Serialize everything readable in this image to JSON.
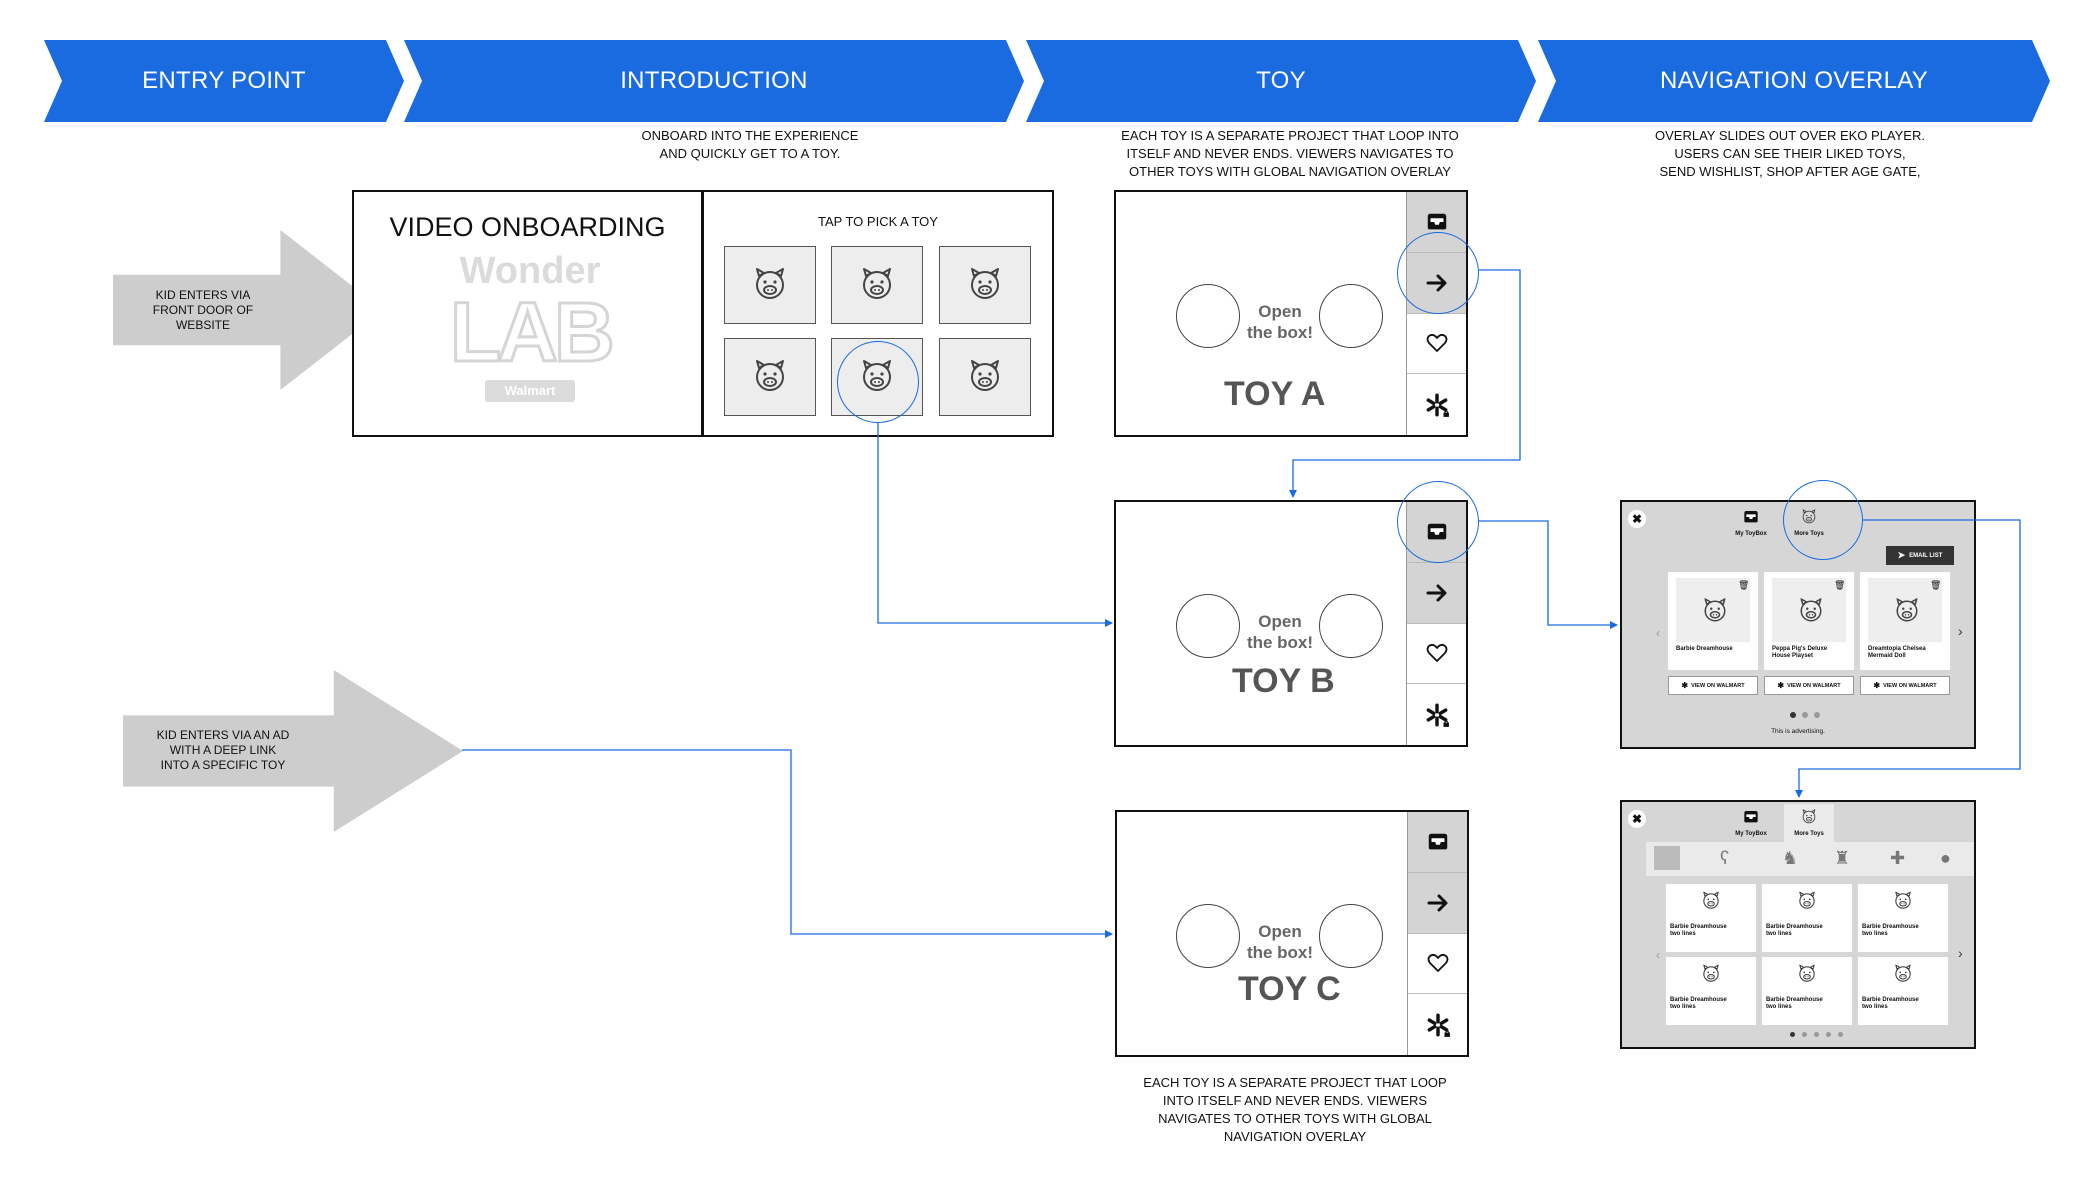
{
  "phases": [
    {
      "label": "ENTRY POINT"
    },
    {
      "label": "INTRODUCTION"
    },
    {
      "label": "TOY"
    },
    {
      "label": "NAVIGATION OVERLAY"
    }
  ],
  "notes": {
    "intro": [
      "ONBOARD INTO THE EXPERIENCE",
      "AND QUICKLY GET TO A TOY."
    ],
    "toy": [
      "EACH TOY IS A SEPARATE PROJECT THAT LOOP INTO",
      "ITSELF AND NEVER ENDS.  VIEWERS NAVIGATES TO",
      "OTHER TOYS WITH GLOBAL NAVIGATION OVERLAY"
    ],
    "overlay": [
      "OVERLAY SLIDES OUT OVER EKO PLAYER.",
      "USERS CAN SEE THEIR LIKED TOYS,",
      "SEND WISHLIST, SHOP AFTER AGE GATE,"
    ],
    "bottom": [
      "EACH TOY IS A SEPARATE PROJECT THAT LOOP",
      "INTO ITSELF AND NEVER ENDS.  VIEWERS",
      "NAVIGATES TO OTHER TOYS WITH GLOBAL",
      "NAVIGATION OVERLAY"
    ]
  },
  "entries": [
    {
      "lines": [
        "KID ENTERS VIA",
        "FRONT DOOR OF",
        "WEBSITE"
      ]
    },
    {
      "lines": [
        "KID ENTERS VIA AN AD",
        "WITH A DEEP LINK",
        "INTO A SPECIFIC TOY"
      ]
    }
  ],
  "onboarding": {
    "title": "VIDEO ONBOARDING",
    "logo_line1": "Wonder",
    "logo_line2": "LAB",
    "logo_brand": "Walmart",
    "picker_title": "TAP TO PICK A TOY"
  },
  "toys": [
    {
      "name": "TOY A",
      "open_line1": "Open",
      "open_line2": "the box!"
    },
    {
      "name": "TOY B",
      "open_line1": "Open",
      "open_line2": "the box!"
    },
    {
      "name": "TOY C",
      "open_line1": "Open",
      "open_line2": "the box!"
    }
  ],
  "overlay_toybox": {
    "tab1": "My ToyBox",
    "tab2": "More Toys",
    "email_btn": "EMAIL LIST",
    "cards": [
      {
        "name_l1": "Barbie Dreamhouse",
        "name_l2": ""
      },
      {
        "name_l1": "Peppa Pig's Deluxe",
        "name_l2": "House Playset"
      },
      {
        "name_l1": "Dreamtopia Chelsea",
        "name_l2": "Mermaid Doll"
      }
    ],
    "view_btn": "VIEW ON WALMART",
    "advertising": "This is advertising."
  },
  "overlay_more": {
    "tab1": "My ToyBox",
    "tab2": "More Toys",
    "cards": [
      {
        "l1": "Barbie Dreamhouse",
        "l2": "two lines"
      },
      {
        "l1": "Barbie Dreamhouse",
        "l2": "two lines"
      },
      {
        "l1": "Barbie Dreamhouse",
        "l2": "two lines"
      },
      {
        "l1": "Barbie Dreamhouse",
        "l2": "two lines"
      },
      {
        "l1": "Barbie Dreamhouse",
        "l2": "two lines"
      },
      {
        "l1": "Barbie Dreamhouse",
        "l2": "two lines"
      }
    ]
  },
  "icons": [
    "toybox-icon",
    "arrow-right-icon",
    "heart-icon",
    "walmart-spark-icon",
    "pig-icon",
    "close-icon",
    "paper-plane-icon",
    "trash-icon",
    "chevron-left-icon",
    "chevron-right-icon"
  ],
  "colors": {
    "accent": "#1a6be0",
    "arrow_grey": "#cdcdcd",
    "panel_grey": "#d4d4d4"
  }
}
